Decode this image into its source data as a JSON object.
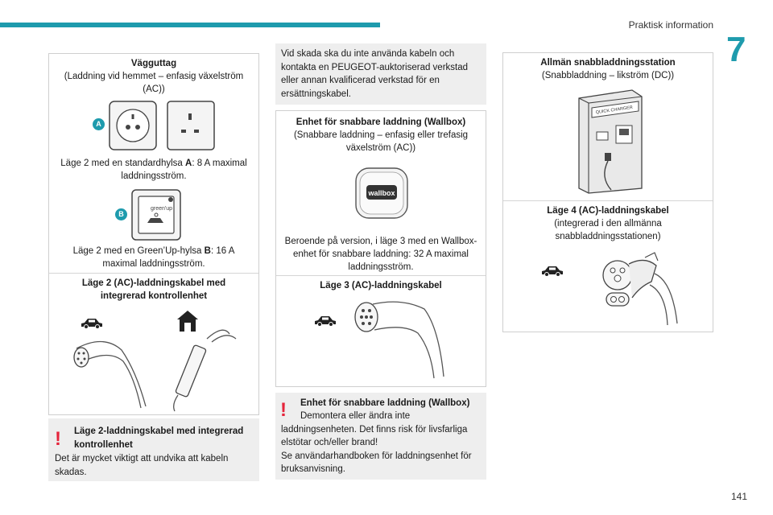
{
  "header": {
    "section_title": "Praktisk information",
    "chapter": "7",
    "page_number": "141"
  },
  "col1": {
    "outlet": {
      "title": "Vägguttag",
      "subtitle": "(Laddning vid hemmet – enfasig växelström (AC))"
    },
    "mode2a": {
      "pre": "Läge 2 med en standardhylsa ",
      "letter": "A",
      "post": ": 8 A maximal laddningsström."
    },
    "mode2b": {
      "pre": "Läge 2 med en Green’Up-hylsa ",
      "letter": "B",
      "post": ": 16 A maximal laddningsström."
    },
    "badge_a": "A",
    "badge_b": "B",
    "cable": {
      "title": "Läge 2 (AC)-laddningskabel med integrerad kontrollenhet"
    },
    "note": {
      "title": "Läge 2-laddningskabel med integrerad kontrollenhet",
      "body": "Det är mycket viktigt att undvika att kabeln skadas."
    }
  },
  "col2": {
    "intro": "Vid skada ska du inte använda kabeln och kontakta en PEUGEOT-auktoriserad verkstad eller annan kvalificerad verkstad för en ersättningskabel.",
    "wallbox": {
      "title": "Enhet för snabbare laddning (Wallbox)",
      "subtitle": "(Snabbare laddning – enfasig eller trefasig växelström (AC))",
      "device_label": "wallbox",
      "desc": "Beroende på version, i läge 3 med en Wallbox-enhet för snabbare laddning: 32 A maximal laddningsström."
    },
    "cable3": {
      "title": "Läge 3 (AC)-laddningskabel"
    },
    "note": {
      "title": "Enhet för snabbare laddning (Wallbox)",
      "body": "Demontera eller ändra inte laddningsenheten. Det finns risk för livsfarliga elstötar och/eller brand!\nSe användarhandboken för laddningsenhet för bruksanvisning."
    }
  },
  "col3": {
    "station": {
      "title": "Allmän snabbladdningsstation",
      "subtitle": "(Snabbladdning – likström (DC))",
      "device_label": "QUICK CHARGER"
    },
    "cable4": {
      "title": "Läge 4 (AC)-laddningskabel",
      "subtitle": "(integrerad i den allmänna snabbladdningsstationen)"
    }
  },
  "colors": {
    "accent": "#1e9bad",
    "warning": "#e5243b",
    "note_bg": "#eeeeee"
  },
  "icons": [
    "car-icon",
    "house-icon",
    "warning-icon"
  ]
}
